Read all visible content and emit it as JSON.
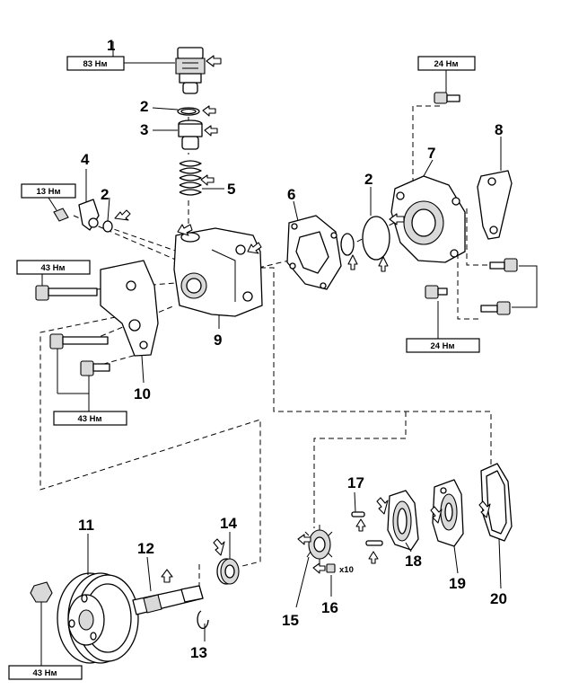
{
  "callouts": {
    "n1": "1",
    "n2a": "2",
    "n3": "3",
    "n2b": "2",
    "n4": "4",
    "n5": "5",
    "n6": "6",
    "n2c": "2",
    "n7": "7",
    "n8": "8",
    "n9": "9",
    "n10": "10",
    "n11": "11",
    "n12": "12",
    "n13": "13",
    "n14": "14",
    "n15": "15",
    "n16": "16",
    "n17": "17",
    "n18": "18",
    "n19": "19",
    "n20": "20"
  },
  "torque": {
    "t1": "83 Нм",
    "t2": "24 Нм",
    "t3": "13 Нм",
    "t4": "43 Нм",
    "t5": "24 Нм",
    "t6": "43 Нм",
    "t7": "43 Нм"
  },
  "quantity_note": "x10"
}
